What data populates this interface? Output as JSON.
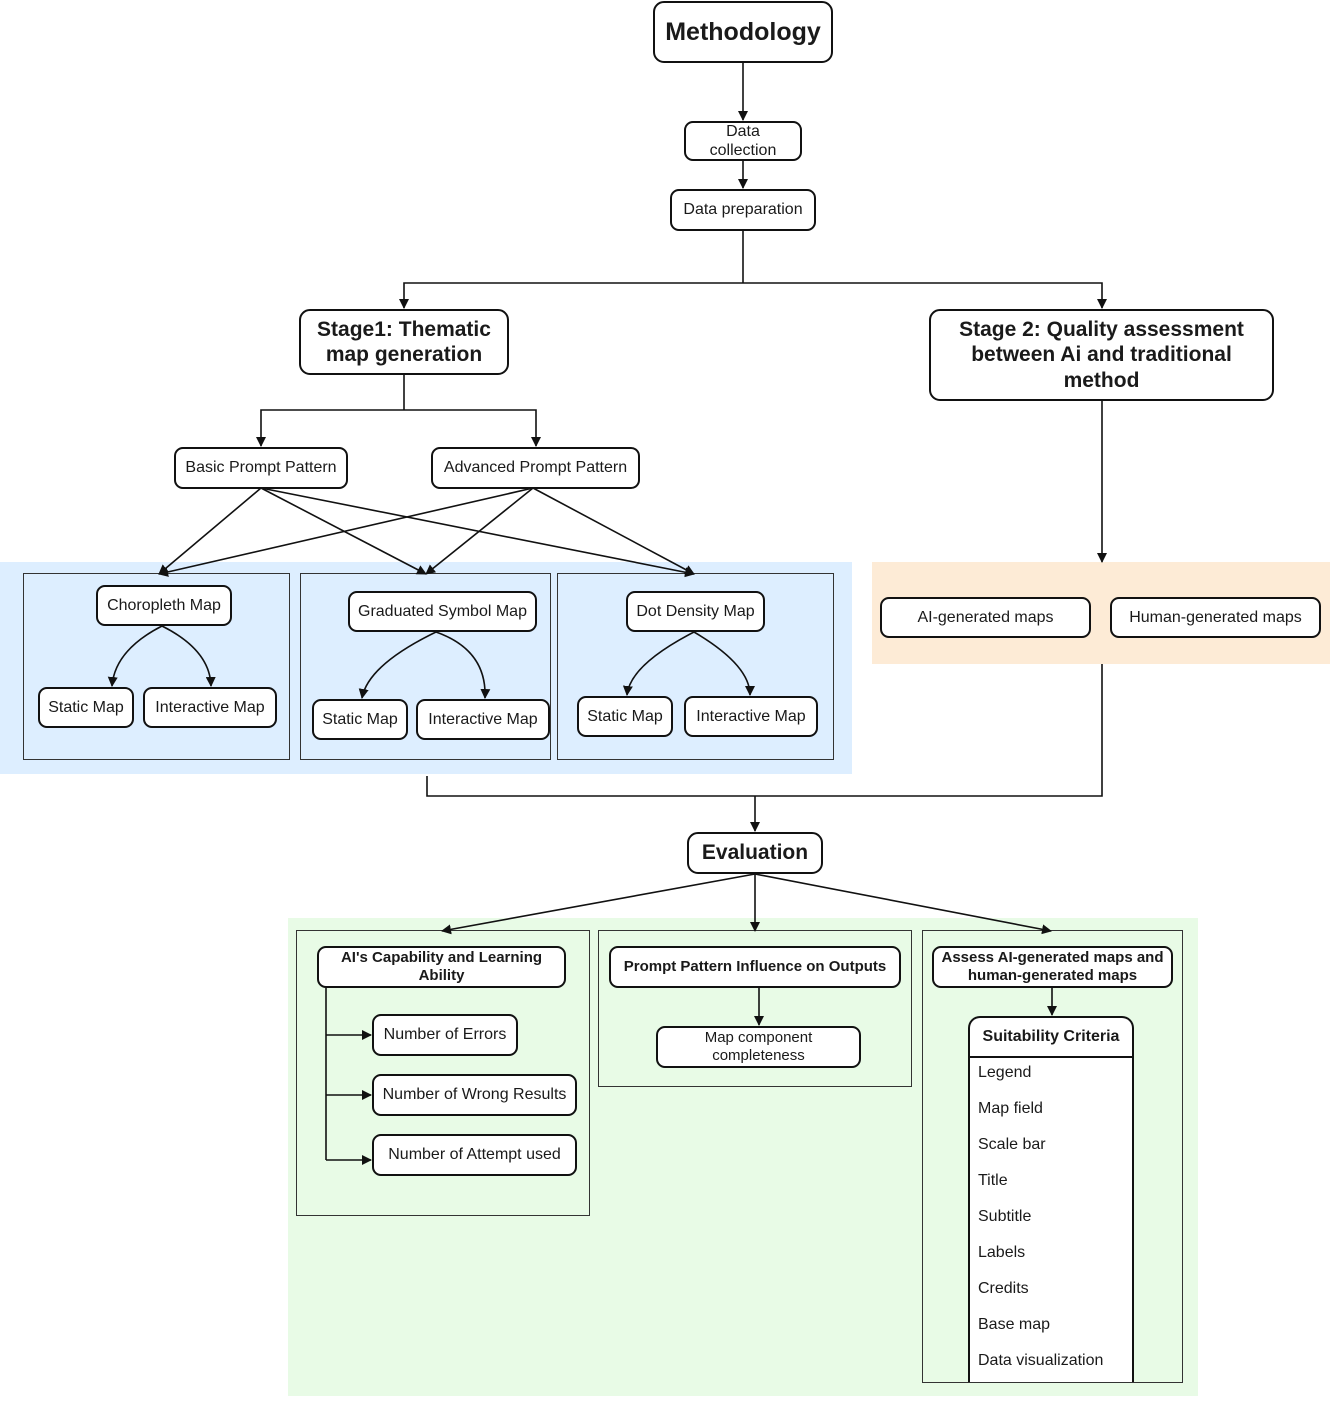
{
  "methodology": "Methodology",
  "data_collection": "Data collection",
  "data_preparation": "Data preparation",
  "stage1": [
    "Stage1: Thematic",
    "map generation"
  ],
  "stage2": [
    "Stage 2: Quality assessment",
    "between Ai and traditional method"
  ],
  "basic_prompt": "Basic Prompt Pattern",
  "advanced_prompt": "Advanced Prompt Pattern",
  "choropleth": {
    "title": "Choropleth Map",
    "static": "Static Map",
    "interactive": "Interactive Map"
  },
  "graduated": {
    "title": "Graduated Symbol Map",
    "static": "Static Map",
    "interactive": "Interactive Map"
  },
  "dot_density": {
    "title": "Dot Density Map",
    "static": "Static Map",
    "interactive": "Interactive Map"
  },
  "ai_maps": "AI-generated maps",
  "human_maps": "Human-generated maps",
  "evaluation": "Evaluation",
  "capability": {
    "title": [
      "AI's Capability and Learning",
      "Ability"
    ],
    "items": [
      "Number of Errors",
      "Number of Wrong Results",
      "Number of Attempt used"
    ]
  },
  "prompt_influence": {
    "title": "Prompt Pattern Influence on Outputs",
    "item": [
      "Map component",
      "completeness"
    ]
  },
  "assess": {
    "title": [
      "Assess AI-generated maps and",
      "human-generated maps"
    ],
    "criteria_title": "Suitability Criteria",
    "criteria": [
      "Legend",
      "Map field",
      "Scale bar",
      "Title",
      "Subtitle",
      "Labels",
      "Credits",
      "Base map",
      "Data visualization"
    ]
  },
  "colors": {
    "blue_region": "#ddeeff",
    "orange_region": "#fdebd6",
    "green_region": "#e8fbe6",
    "line": "#111111"
  }
}
